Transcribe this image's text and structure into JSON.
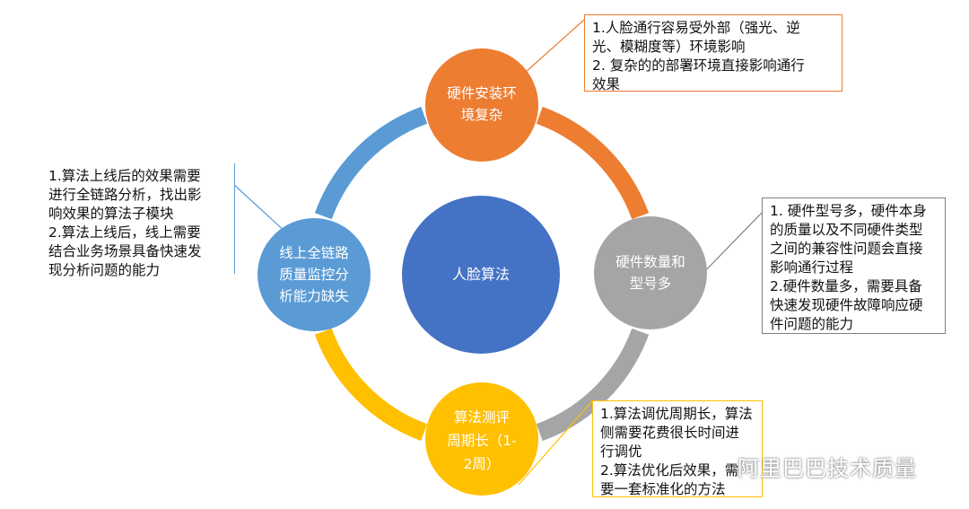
{
  "colors": {
    "top": "#ED7D31",
    "right": "#A5A5A5",
    "bottom": "#FFC000",
    "left": "#5B9BD5",
    "center": "#4472C4",
    "callout_top_border": "#ED7D31",
    "callout_right_border": "#7F7F7F",
    "callout_bottom_border": "#FFC000",
    "callout_left_border": "#5B9BD5"
  },
  "center": {
    "label": "人脸算法"
  },
  "nodes": {
    "top": {
      "lines": [
        "硬件安装环",
        "境复杂"
      ]
    },
    "right": {
      "lines": [
        "硬件数量和",
        "型号多"
      ]
    },
    "bottom": {
      "lines": [
        "算法测评",
        "周期长（1-",
        "2周）"
      ]
    },
    "left": {
      "lines": [
        "线上全链路",
        "质量监控分",
        "析能力缺失"
      ]
    }
  },
  "callouts": {
    "top": {
      "lines": [
        "1.人脸通行容易受外部（强光、逆",
        "光、模糊度等）环境影响",
        "2. 复杂的的部署环境直接影响通行",
        "效果"
      ]
    },
    "right": {
      "lines": [
        "1. 硬件型号多，硬件本身",
        "的质量以及不同硬件类型",
        "之间的兼容性问题会直接",
        "影响通行过程",
        "2.硬件数量多，需要具备",
        "快速发现硬件故障响应硬",
        "件问题的能力"
      ]
    },
    "bottom": {
      "lines": [
        "1.算法调优周期长，算法",
        "侧需要花费很长时间进",
        "行调优",
        "2.算法优化后效果，需",
        "要一套标准化的方法"
      ]
    },
    "left": {
      "lines": [
        "1.算法上线后的效果需要",
        "进行全链路分析，找出影",
        "响效果的算法子模块",
        "2.算法上线后，线上需要",
        "结合业务场景具备快速发",
        "现分析问题的能力"
      ]
    }
  },
  "watermark": {
    "text": "阿里巴巴技术质量",
    "icon": "wechat-icon"
  }
}
